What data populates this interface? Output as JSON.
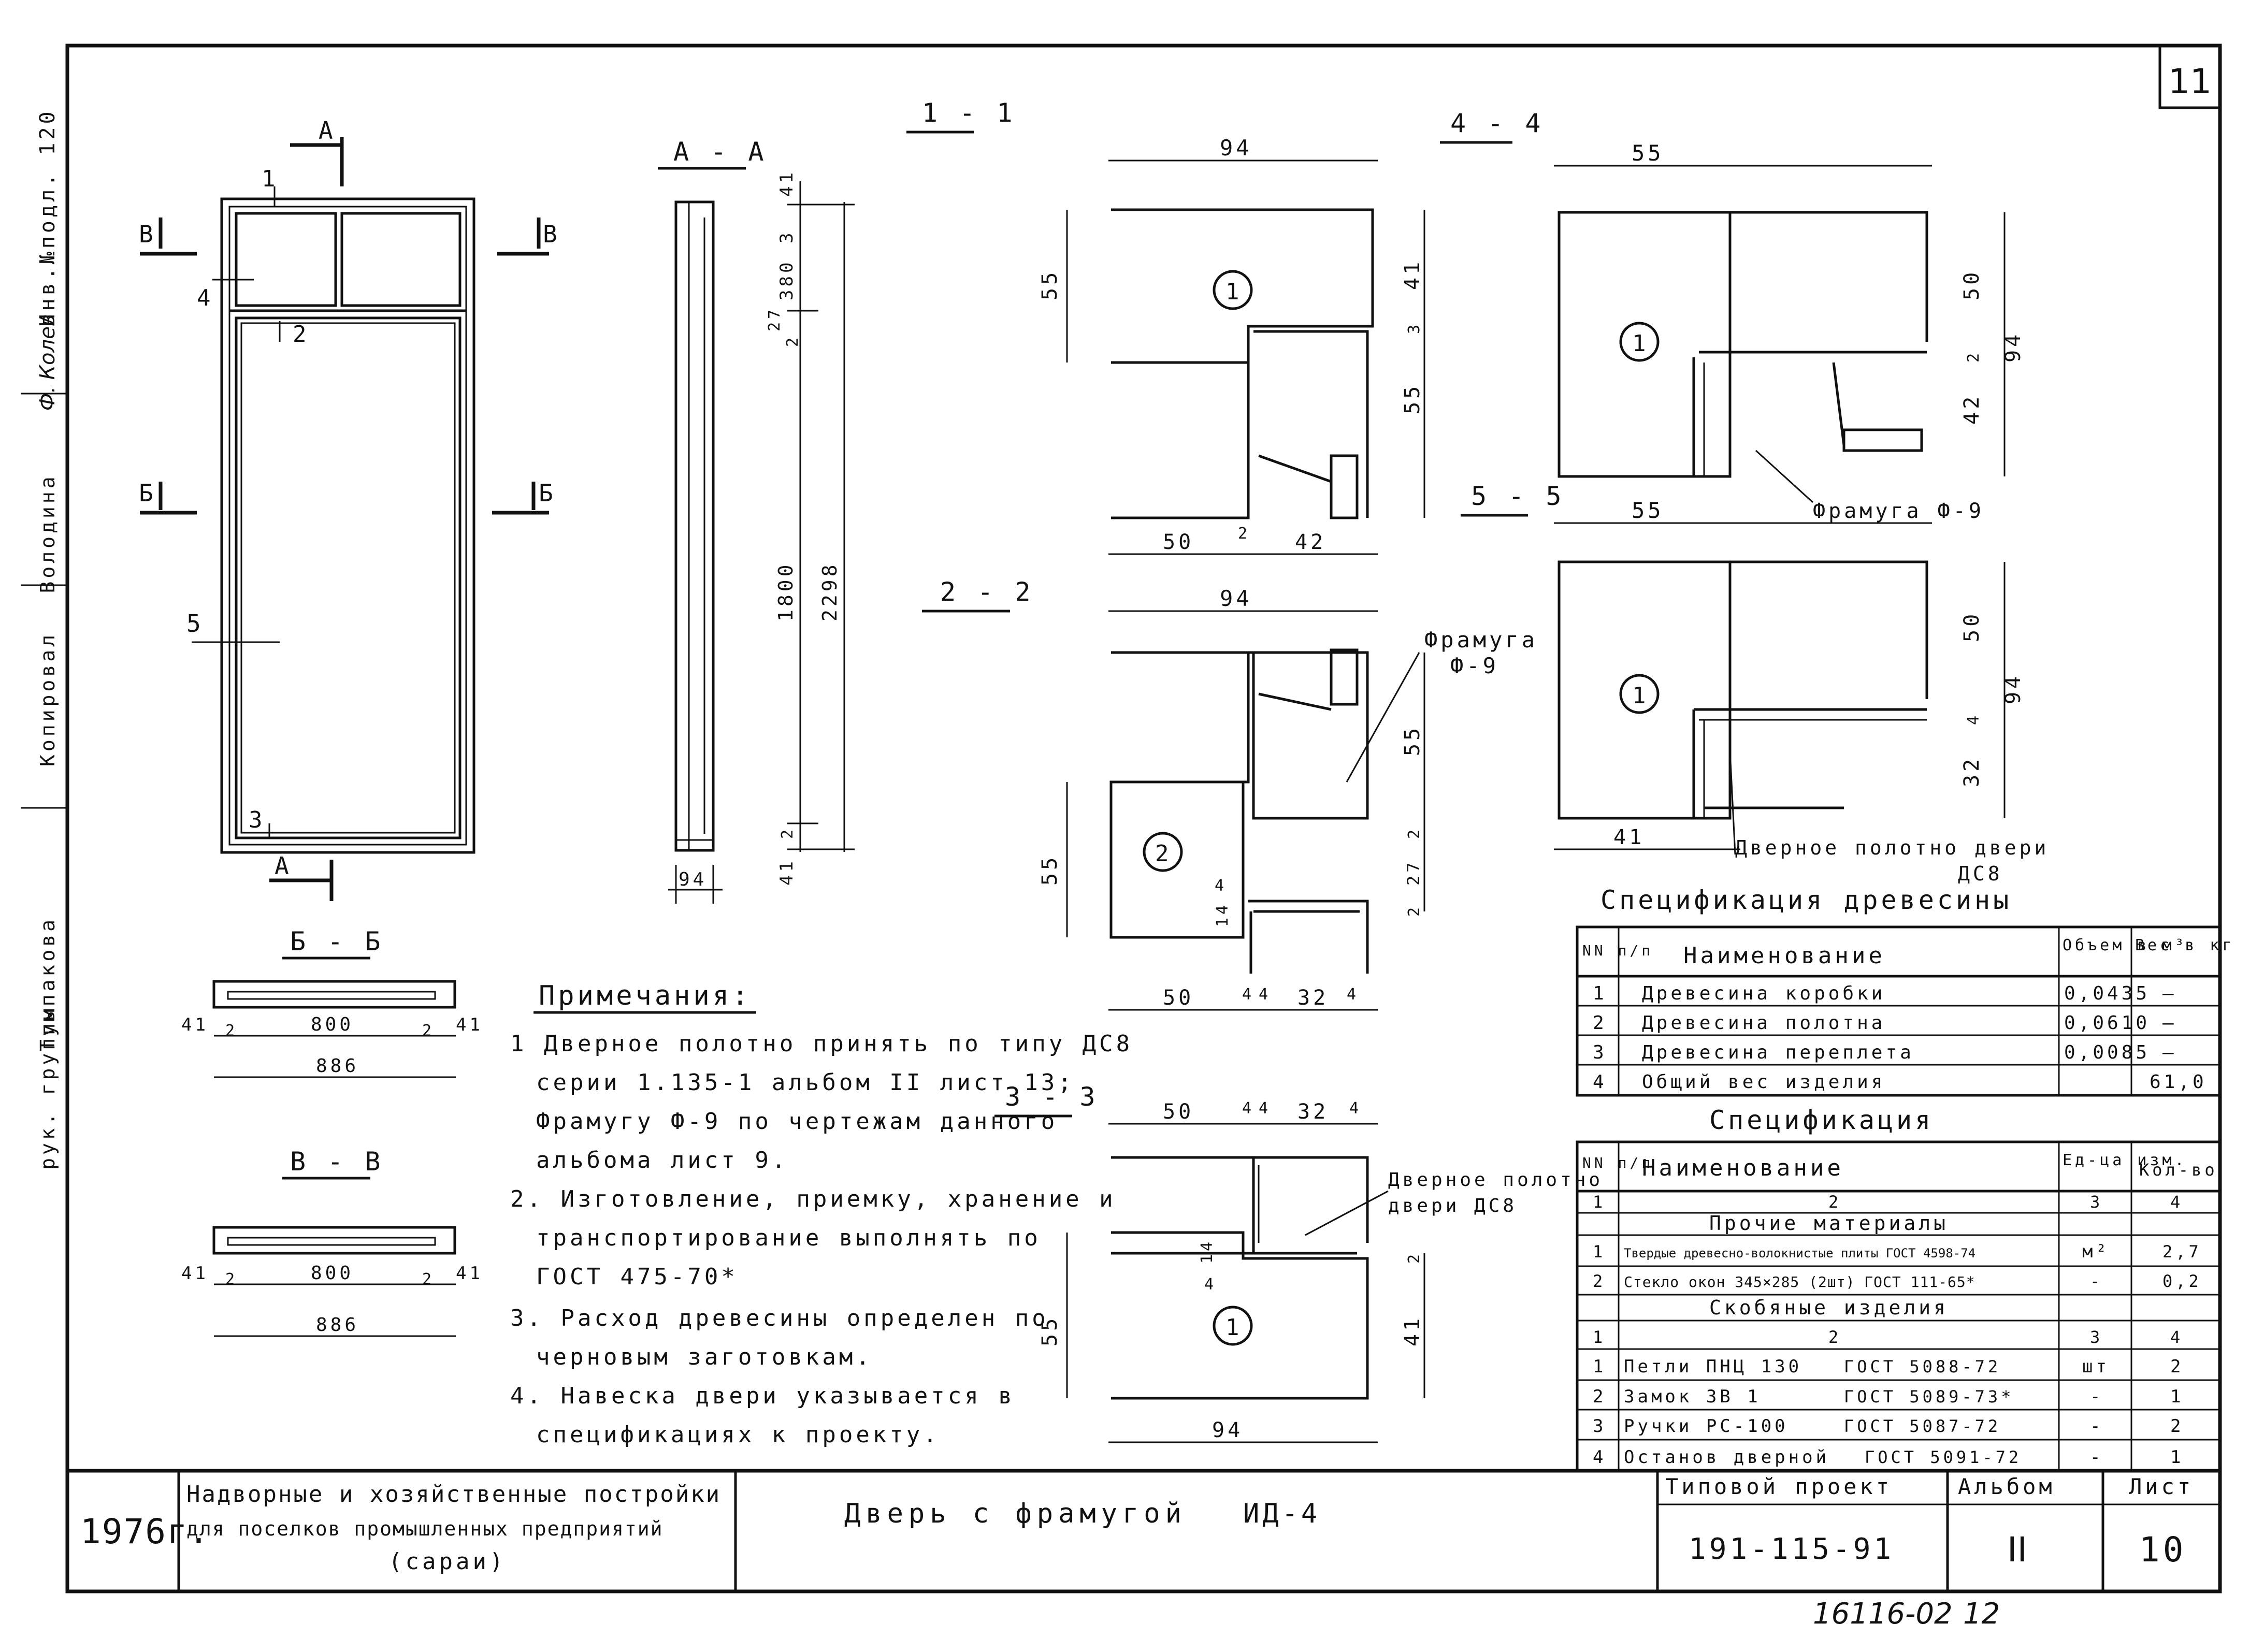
{
  "sheet": {
    "corner_number": "11",
    "bottom_code": "16116-02",
    "bottom_page": "12"
  },
  "side_stamps": {
    "top": "Инв.№подл. 120",
    "signature": "Ф. Колев",
    "copied_by": "Копировал",
    "traced_by": "Володина",
    "group": "рук. группы",
    "group_name": "Тумпакова"
  },
  "sections": {
    "one_one": "1 - 1",
    "two_two": "2 - 2",
    "three_three": "3 - 3",
    "four_four": "4 - 4",
    "five_five": "5 - 5",
    "a_a": "А - А",
    "b_b": "Б - Б",
    "v_v": "В - В"
  },
  "elevation": {
    "markers": [
      "А",
      "А",
      "В",
      "В",
      "Б",
      "Б"
    ],
    "callouts": [
      "1",
      "2",
      "3",
      "4",
      "5"
    ]
  },
  "section_aa_dims": {
    "d41": "41",
    "d3": "3",
    "d380": "380",
    "d27": "27",
    "d2": "2",
    "d2b": "2",
    "d1800": "1800",
    "d2298": "2298",
    "d41b": "41",
    "d2c": "2",
    "d94": "94"
  },
  "plan_sections": {
    "bb": {
      "d41": "41",
      "d2": "2",
      "d800": "800",
      "d2b": "2",
      "d41b": "41",
      "d886": "886"
    },
    "vv": {
      "d41": "41",
      "d2": "2",
      "d800": "800",
      "d2b": "2",
      "d41b": "41",
      "d886": "886"
    }
  },
  "detail_11": {
    "d94": "94",
    "d55": "55",
    "d41": "41",
    "d3": "3",
    "d55b": "55",
    "d50": "50",
    "d2": "2",
    "d42": "42",
    "label": "1"
  },
  "detail_22": {
    "d94": "94",
    "d55": "55",
    "d55b": "55",
    "d2": "2",
    "d27": "27",
    "d2b": "2",
    "d50": "50",
    "d4": "4",
    "d4b": "4",
    "d32": "32",
    "d4c": "4",
    "d14": "14",
    "d4d": "4",
    "label": "2",
    "transom": "Фрамуга",
    "transom_code": "Ф-9"
  },
  "detail_33": {
    "d50": "50",
    "d4": "4",
    "d4b": "4",
    "d32": "32",
    "d4c": "4",
    "d55": "55",
    "d2": "2",
    "d41": "41",
    "d14": "14",
    "d4d": "4",
    "d94": "94",
    "label": "1",
    "leaf1": "Дверное полотно",
    "leaf2": "двери ДС8"
  },
  "detail_44": {
    "d55": "55",
    "d50": "50",
    "d2": "2",
    "d42": "42",
    "d94": "94",
    "label": "1",
    "transom": "Фрамуга Ф-9"
  },
  "detail_55": {
    "d55": "55",
    "d50": "50",
    "d4": "4",
    "d32": "32",
    "d94": "94",
    "d41": "41",
    "label": "1",
    "leaf1": "Дверное полотно двери",
    "leaf2": "ДС8"
  },
  "notes": {
    "title": "Примечания:",
    "lines": [
      "1 Дверное полотно принять по типу ДС8",
      "серии 1.135-1 альбом II лист 13;",
      "Фрамугу Ф-9 по чертежам данного",
      "альбома лист 9.",
      "2. Изготовление, приемку, хранение и",
      "транспортирование выполнять по",
      "ГОСТ 475-70*",
      "3. Расход древесины определен по",
      "черновым заготовкам.",
      "4. Навеска двери указывается в",
      "спецификациях к проекту."
    ]
  },
  "wood_spec": {
    "title": "Спецификация древесины",
    "headers": [
      "NN п/п",
      "Наименование",
      "Объем в м³",
      "Вес в кг"
    ],
    "rows": [
      [
        "1",
        "Древесина коробки",
        "0,0435",
        "—"
      ],
      [
        "2",
        "Древесина полотна",
        "0,0610",
        "—"
      ],
      [
        "3",
        "Древесина переплета",
        "0,0085",
        "—"
      ],
      [
        "4",
        "Общий вес изделия",
        "",
        "61,0"
      ]
    ]
  },
  "spec": {
    "title": "Спецификация",
    "headers": [
      "NN п/п",
      "Наименование",
      "Ед-ца изм.",
      "Кол-во"
    ],
    "index_row": [
      "1",
      "2",
      "3",
      "4"
    ],
    "group1": "Прочие материалы",
    "rows1": [
      [
        "1",
        "Твердые древесно-волокнистые плиты ГОСТ 4598-74",
        "м²",
        "2,7"
      ],
      [
        "2",
        "Стекло окон 345×285 (2шт) ГОСТ 111-65*",
        "-",
        "0,2"
      ]
    ],
    "group2": "Скобяные изделия",
    "index_row2": [
      "1",
      "2",
      "3",
      "4"
    ],
    "rows2": [
      [
        "1",
        "Петли ПНЦ 130",
        "ГОСТ 5088-72",
        "шт",
        "2"
      ],
      [
        "2",
        "Замок ЗВ 1",
        "ГОСТ 5089-73*",
        "-",
        "1"
      ],
      [
        "3",
        "Ручки РС-100",
        "ГОСТ 5087-72",
        "-",
        "2"
      ],
      [
        "4",
        "Останов дверной",
        "ГОСТ 5091-72",
        "-",
        "1"
      ]
    ]
  },
  "title_block": {
    "year": "1976г.",
    "project_line1": "Надворные и хозяйственные постройки",
    "project_line2": "для поселков промышленных предприятий",
    "project_line3": "(сараи)",
    "drawing_title": "Дверь с фрамугой",
    "drawing_code": "ИД-4",
    "typical_project_label": "Типовой проект",
    "typical_project": "191-115-91",
    "album_label": "Альбом",
    "album": "II",
    "sheet_label": "Лист",
    "sheet_no": "10"
  }
}
